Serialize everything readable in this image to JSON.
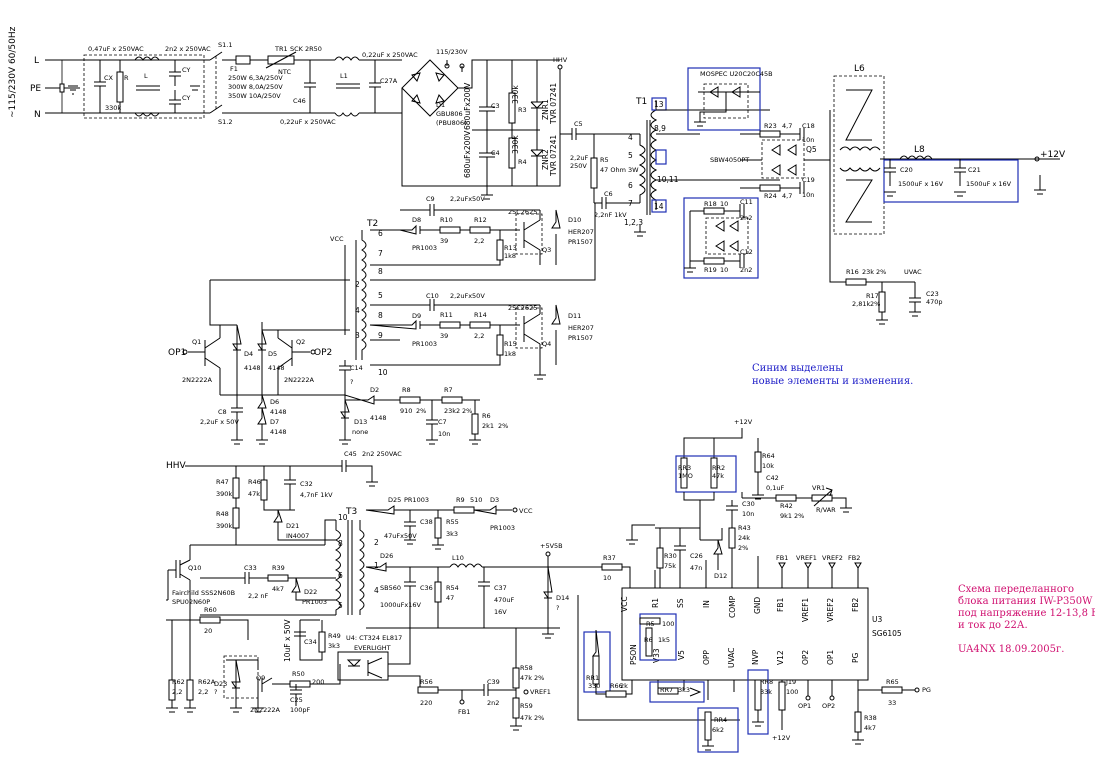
{
  "labels": {
    "mains": "~115/230V 60/50Hz",
    "L": "L",
    "PE": "PE",
    "N": "N",
    "cap_x_top": "0,47uF x 250VAC",
    "cap_y_top": "2n2 x 250VAC",
    "CX": "CX",
    "R": "R",
    "r330k": "330k",
    "Lf": "L",
    "CY1": "CY",
    "CY2": "CY",
    "S11": "S1.1",
    "S12": "S1.2",
    "F1": "F1",
    "F1a": "250W 6,3A/250V",
    "F1b": "300W 8,0A/250V",
    "F1c": "350W 10A/250V",
    "TR1": "TR1",
    "SCK": "SCK 2R50",
    "NTC": "NTC",
    "C46": "C46",
    "C46v": "0,22uF x 250VAC",
    "C27top": "0,22uF x 250VAC",
    "L1": "L1",
    "C27A": "C27A",
    "v115": "115/230V",
    "D1": "D1",
    "D1a": "GBU806",
    "D1b": "(PBU806)",
    "HHV": "HHV",
    "C3": "C3",
    "C3v": "680uFx200V",
    "C4": "C4",
    "C4v": "680uFx200V",
    "R3": "R3",
    "R3v": "330k",
    "R4": "R4",
    "R4v": "330k",
    "ZNR1": "ZNR1",
    "TVR1": "TVR 07241",
    "ZNR2": "ZNR2",
    "TVR2": "TVR 07241",
    "C5": "C5",
    "C5v": "2,2uF",
    "C5v2": "250V",
    "R5": "R5",
    "R5v": "47 Ohm 3W",
    "C6": "C6",
    "C6v": "2,2nF 1kV",
    "T1": "T1",
    "p13": "13",
    "p89": "8,9",
    "p4": "4",
    "p5": "5",
    "p1011": "10,11",
    "p6": "6",
    "p7": "7",
    "p14": "14",
    "p123": "1,2,3",
    "MOSPEC": "MOSPEC U20C20C45B",
    "R23": "R23",
    "R23v": "4,7",
    "C18": "C18",
    "C18v": "10n",
    "Q5": "Q5",
    "SBW": "SBW4050PT",
    "R24": "R24",
    "R24v": "4,7",
    "C19": "C19",
    "C19v": "10n",
    "R18": "R18",
    "R18v": "10",
    "C11": "C11",
    "C11v": "2n2",
    "R19": "R19",
    "R19v": "10",
    "C12": "C12",
    "C12v": "2n2",
    "L6": "L6",
    "L8": "L8",
    "C20": "C20",
    "C20v": "1500uF x 16V",
    "C21": "C21",
    "C21v": "1500uF x 16V",
    "v12": "+12V",
    "R16": "R16",
    "R16v": "23k",
    "R16t": "2%",
    "UVAC": "UVAC",
    "R17": "R17",
    "R17v": "2,81k",
    "R17t": "2%",
    "C23": "C23",
    "C23v": "470p",
    "C9": "C9",
    "C9v": "2,2uFx50V",
    "D8": "D8",
    "PR1003a": "PR1003",
    "R10": "R10",
    "R10v": "39",
    "R12": "R12",
    "R12v": "2,2",
    "S2SC1": "2SC2625",
    "R13": "R13",
    "R13v": "1k8",
    "Q3": "Q3",
    "D10": "D10",
    "HER1": "HER207",
    "PR1507a": "PR1507",
    "T2": "T2",
    "VCC": "VCC",
    "t6": "6",
    "t7": "7",
    "t8": "8",
    "t5": "5",
    "t4": "4",
    "t9": "9",
    "t2": "2",
    "t3": "3",
    "t10": "10",
    "C10": "C10",
    "C10v": "2,2uFx50V",
    "D9": "D9",
    "PR1003b": "PR1003",
    "R11": "R11",
    "R11v": "39",
    "R14": "R14",
    "R14v": "2,2",
    "S2SC2": "2SC2625",
    "R15": "R15",
    "R15v": "1k8",
    "Q4": "Q4",
    "D11": "D11",
    "HER2": "HER207",
    "PR1507b": "PR1507",
    "OP1": "OP1",
    "OP2": "OP2",
    "Q1": "Q1",
    "Q2": "Q2",
    "Q1t": "2N2222A",
    "Q2t": "2N2222A",
    "D4": "D4",
    "D5": "D5",
    "D4v": "4148",
    "D5v": "4148",
    "D6": "D6",
    "D6v": "4148",
    "D7": "D7",
    "D7v": "4148",
    "C8": "C8",
    "C8v": "2,2uF x 50V",
    "C14": "C14",
    "q": "?",
    "D2": "D2",
    "D2v": "4148",
    "D13": "D13",
    "D13v": "none",
    "R8": "R8",
    "R8v": "910",
    "R8t": "2%",
    "R7": "R7",
    "R7v": "23k2",
    "R7t": "2%",
    "C7": "C7",
    "C7v": "10n",
    "R6": "R6",
    "R6v": "2k1",
    "R6t": "2%",
    "blue_note1": "Синим выделены",
    "blue_note2": "новые элементы и изменения.",
    "HHV2": "HHV",
    "C45": "C45",
    "C45v": "2n2 250VAC",
    "R47": "R47",
    "R47v": "390k",
    "R48": "R48",
    "R48v": "390k",
    "R46": "R46",
    "R46v": "47k",
    "C32": "C32",
    "C32v": "4,7nF 1kV",
    "D21": "D21",
    "D21v": "IN4007",
    "T3": "T3",
    "t3_10": "10",
    "t3_8": "8",
    "t3_2": "2",
    "t3_1": "1",
    "t3_6": "6",
    "t3_4": "4",
    "t3_5": "5",
    "D25": "D25",
    "D25v": "PR1003",
    "R9": "R9",
    "R9v": "510",
    "D3": "D3",
    "D3v": "PR1003",
    "VCC2": "VCC",
    "C38": "C38",
    "C38v": "47uFx50V",
    "R55": "R55",
    "R55v": "3k3",
    "D26": "D26",
    "D26v": "SB560",
    "L10": "L10",
    "C36": "C36",
    "C36v": "1000uFx16V",
    "R54": "R54",
    "R54v": "47",
    "C37": "C37",
    "C37v": "470uF",
    "C37v2": "16V",
    "v5": "+5V5B",
    "D14": "D14",
    "D14v": "?",
    "Q10": "Q10",
    "Q10a": "Fairchild SSS2N60B",
    "Q10b": "SPU02N60P",
    "C33": "C33",
    "C33v": "2,2 nF",
    "R39": "R39",
    "R39v": "4k7",
    "D22": "D22",
    "D22v": "PR1003",
    "R60": "R60",
    "R60v": "20",
    "C34": "C34",
    "C34v": "10uF x 50V",
    "R49": "R49",
    "R49v": "3k3",
    "U4": "U4: CT324 EL817",
    "U4b": "EVERLIGHT",
    "R62": "R62",
    "R62v": "2,2",
    "R62A": "R62A",
    "R62Av": "2,2",
    "D23": "D23",
    "D23v": "?",
    "Q9": "Q9",
    "Q9t": "2N2222A",
    "R50": "R50",
    "R50v": "200",
    "C25": "C25",
    "C25v": "100pF",
    "R56": "R56",
    "R56v": "220",
    "FB1a": "FB1",
    "C39": "C39",
    "C39v": "2n2",
    "R58": "R58",
    "R58v": "47k",
    "R58t": "2%",
    "R59": "R59",
    "R59v": "47k",
    "R59t": "2%",
    "VREF1a": "VREF1",
    "R37": "R37",
    "R37v": "10",
    "R30": "R30",
    "R30v": "75k",
    "C26": "C26",
    "C26v": "47n",
    "v12b": "+12V",
    "RR3": "RR3",
    "RR3v": "1MO",
    "RR2": "RR2",
    "RR2v": "47k",
    "R64": "R64",
    "R64v": "10k",
    "C42": "C42",
    "C42v": "0,1uF",
    "R42": "R42",
    "R42v": "9k1",
    "R42t": "2%",
    "VR1": "VR1",
    "VR1v": "R/VAR",
    "C30": "C30",
    "C30v": "10n",
    "R43": "R43",
    "R43v": "24k",
    "R43t": "2%",
    "D12": "D12",
    "FB1b": "FB1",
    "VREF1b": "VREF1",
    "VREF2": "VREF2",
    "FB2": "FB2",
    "pin_VCC": "VCC",
    "pin_R1": "R1",
    "pin_SS": "SS",
    "pin_IN": "IN",
    "pin_COMP": "COMP",
    "pin_GND": "GND",
    "pin_FB1": "FB1",
    "pin_VREF1": "VREF1",
    "pin_VREF2": "VREF2",
    "pin_FB2": "FB2",
    "pin_PSON": "PSON",
    "pin_V33": "V33",
    "pin_V5": "V5",
    "pin_OPP": "OPP",
    "pin_UVAC": "UVAC",
    "pin_NVP": "NVP",
    "pin_V12": "V12",
    "pin_OP2": "OP2",
    "pin_OP1": "OP1",
    "pin_PG": "PG",
    "U3": "U3",
    "U3t": "SG6105",
    "R5b": "R5",
    "R5bv": "100",
    "R6b": "R6",
    "R6bv": "1k5",
    "RR1": "RR1",
    "RR1v": "330",
    "R66": "R66",
    "R66v": "2k",
    "RR7": "RR7",
    "RR7v": "3k3",
    "RR4": "RR4",
    "RR4v": "6k2",
    "RR8": "RR8",
    "RR8v": "33k",
    "J19": "J19",
    "J19v": "100",
    "v12c": "+12V",
    "OP1b": "OP1",
    "OP2b": "OP2",
    "R65": "R65",
    "R65v": "33",
    "PG": "PG",
    "R38": "R38",
    "R38v": "4k7",
    "pink1": "Схема переделанного",
    "pink2": "блока питания IW-P350W",
    "pink3": "под напряжение 12-13,8 В",
    "pink4": "и ток до 22А.",
    "pink5": "UA4NX  18.09.2005г."
  }
}
